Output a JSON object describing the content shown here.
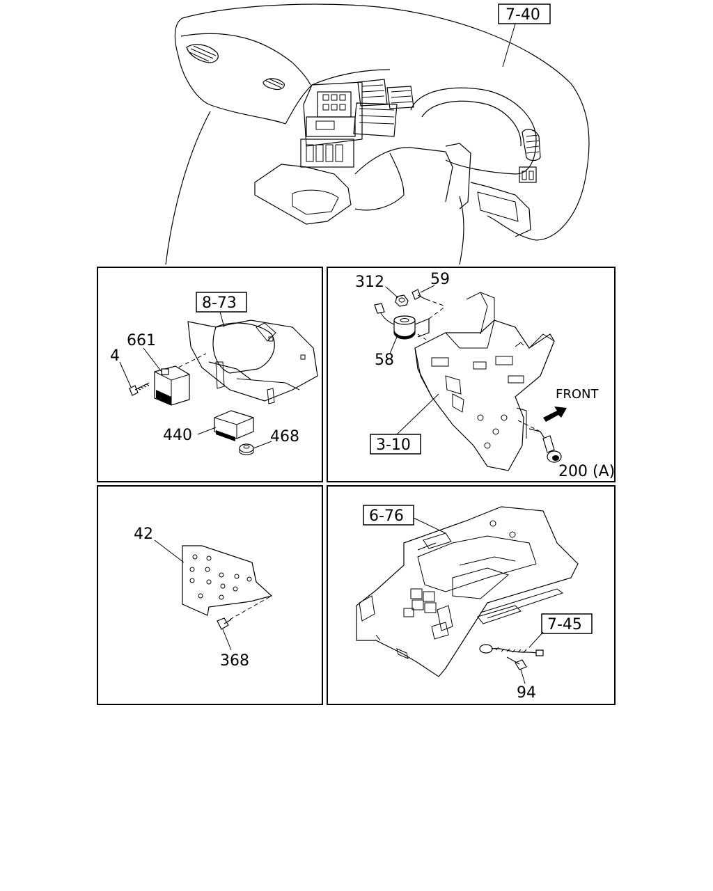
{
  "references": {
    "dashboard": "7-40",
    "bracket_upper_left": "8-73",
    "cross_member": "3-10",
    "console": "6-76",
    "harness": "7-45"
  },
  "callouts": {
    "p661": "661",
    "p4": "4",
    "p440": "440",
    "p468": "468",
    "p312": "312",
    "p59": "59",
    "p58": "58",
    "p200": "200 (A)",
    "p42": "42",
    "p368": "368",
    "p94": "94"
  },
  "direction_label": "FRONT"
}
